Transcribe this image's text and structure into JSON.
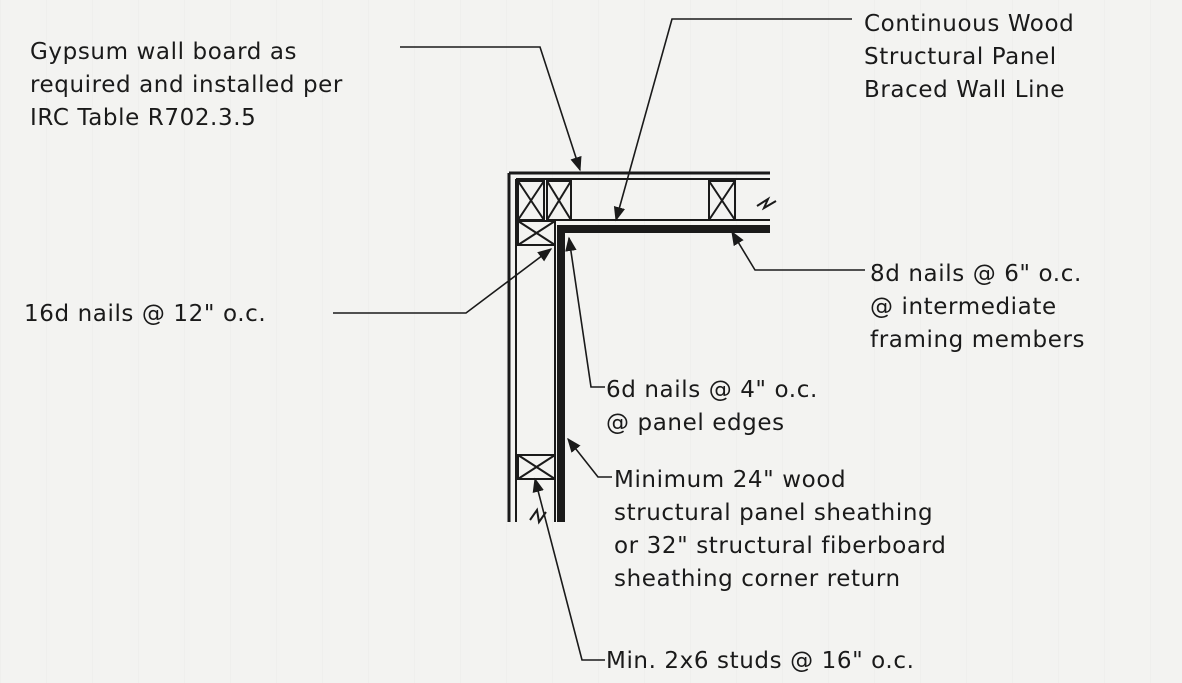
{
  "callouts": {
    "gypsum": [
      "Gypsum wall board as",
      "required and installed per",
      "IRC Table R702.3.5"
    ],
    "continuous": [
      "Continuous Wood",
      "Structural Panel",
      "Braced Wall Line"
    ],
    "nails_16d": [
      "16d nails @ 12\" o.c."
    ],
    "nails_8d": [
      "8d nails @ 6\" o.c.",
      "@ intermediate",
      "framing members"
    ],
    "nails_6d": [
      "6d nails @ 4\" o.c.",
      "@ panel edges"
    ],
    "sheathing": [
      "Minimum 24\" wood",
      "structural panel sheathing",
      "or 32\" structural fiberboard",
      "sheathing corner return"
    ],
    "studs": [
      "Min. 2x6 studs @ 16\" o.c."
    ]
  },
  "colors": {
    "ink": "#1a1a1a",
    "paper": "#f3f3f1"
  },
  "icons": [
    "leader-arrow-icon",
    "break-line-icon",
    "blocking-x-icon"
  ]
}
